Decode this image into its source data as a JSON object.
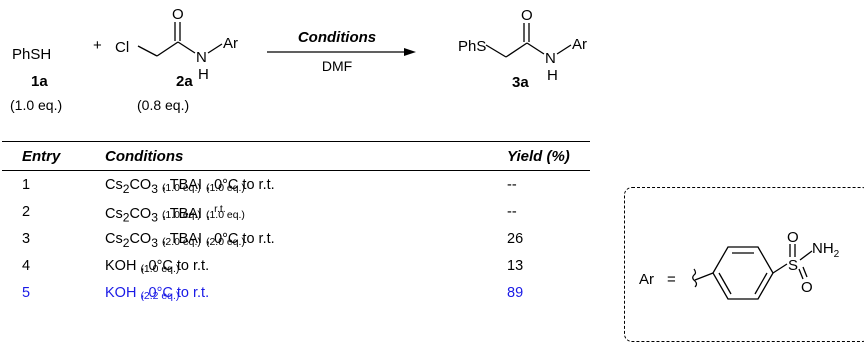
{
  "scheme": {
    "reagent1": {
      "formula": "PhSH",
      "label": "1a",
      "equiv": "(1.0 eq.)"
    },
    "plus": "+",
    "reagent2": {
      "cl": "Cl",
      "o": "O",
      "n": "N",
      "h": "H",
      "ar": "Ar",
      "label": "2a",
      "equiv": "(0.8 eq.)"
    },
    "arrow": {
      "above": "Conditions",
      "below": "DMF"
    },
    "product": {
      "phs": "PhS",
      "o": "O",
      "n": "N",
      "h": "H",
      "ar": "Ar",
      "label": "3a"
    }
  },
  "table": {
    "headers": {
      "entry": "Entry",
      "conditions": "Conditions",
      "yield": "Yield",
      "yield_unit": "(%)"
    },
    "rows": [
      {
        "entry": "1",
        "conditions_html": "Cs<sub>2</sub>CO<sub>3</sub> <span class=\"sub\">(1.0 eq.)</span>, TBAI <span class=\"sub\">(1.0 eq.)</span>, 0°C to r.t.",
        "yield": "--"
      },
      {
        "entry": "2",
        "conditions_html": "Cs<sub>2</sub>CO<sub>3</sub> <span class=\"sub\">(1.0 eq.)</span>, TBAI <span class=\"sub\">(1.0 eq.)</span>, <sup class=\"sub\">r.t.</sup>",
        "yield": "--"
      },
      {
        "entry": "3",
        "conditions_html": "Cs<sub>2</sub>CO<sub>3</sub> <span class=\"sub\">(2.0 eq.)</span>, TBAI <span class=\"sub\">(2.0 eq.)</span>, 0°C to r.t.",
        "yield": "26"
      },
      {
        "entry": "4",
        "conditions_html": "KOH <span class=\"sub\">(1.0 eq.)</span>, 0°C to r.t.",
        "yield": "13"
      },
      {
        "entry": "5",
        "conditions_html": "KOH <span class=\"sub\">(2.2 eq.)</span>, 0°C to r.t.",
        "yield": "89",
        "highlight": true
      }
    ]
  },
  "ar_box": {
    "ar": "Ar",
    "eq": "=",
    "s": "S",
    "o1": "O",
    "o2": "O",
    "nh": "NH",
    "nh_sub": "2"
  },
  "colors": {
    "highlight": "#1a1ae6"
  }
}
